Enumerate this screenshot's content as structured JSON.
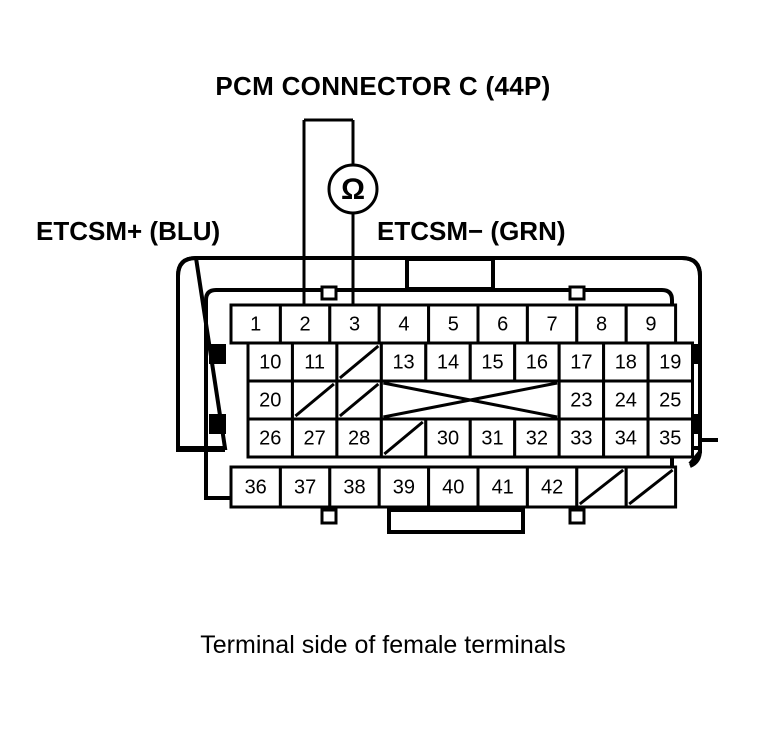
{
  "title": "PCM CONNECTOR C (44P)",
  "labels": {
    "left_terminal": "ETCSM+ (BLU)",
    "right_terminal": "ETCSM− (GRN)",
    "caption": "Terminal side of female terminals"
  },
  "meter": {
    "symbol": "Ω",
    "type": "ohmmeter",
    "probe_left_pin": "2",
    "probe_right_pin": "3"
  },
  "connector": {
    "name": "PCM Connector C",
    "pin_count": "44",
    "orientation": "Terminal side of female terminals",
    "line_color": "#000000",
    "fill_color": "#ffffff"
  },
  "pin_grid": {
    "rows": [
      {
        "row_index": 1,
        "cells": [
          {
            "label": "1",
            "blank": false
          },
          {
            "label": "2",
            "blank": false
          },
          {
            "label": "3",
            "blank": false
          },
          {
            "label": "4",
            "blank": false
          },
          {
            "label": "5",
            "blank": false
          },
          {
            "label": "6",
            "blank": false
          },
          {
            "label": "7",
            "blank": false
          },
          {
            "label": "8",
            "blank": false
          },
          {
            "label": "9",
            "blank": false
          }
        ]
      },
      {
        "row_index": 2,
        "cells": [
          {
            "label": "10",
            "blank": false
          },
          {
            "label": "11",
            "blank": false
          },
          {
            "label": "",
            "blank": true,
            "mark": "diagonal"
          },
          {
            "label": "13",
            "blank": false
          },
          {
            "label": "14",
            "blank": false
          },
          {
            "label": "15",
            "blank": false
          },
          {
            "label": "16",
            "blank": false
          },
          {
            "label": "17",
            "blank": false
          },
          {
            "label": "18",
            "blank": false
          },
          {
            "label": "19",
            "blank": false
          }
        ]
      },
      {
        "row_index": 3,
        "cells": [
          {
            "label": "20",
            "blank": false
          },
          {
            "label": "",
            "blank": true,
            "mark": "diagonal"
          },
          {
            "label": "",
            "blank": true,
            "mark": "diagonal"
          },
          {
            "label": "",
            "blank": true,
            "mark": "cross",
            "span": 4
          },
          {
            "label": "23",
            "blank": false
          },
          {
            "label": "24",
            "blank": false
          },
          {
            "label": "25",
            "blank": false
          }
        ]
      },
      {
        "row_index": 4,
        "cells": [
          {
            "label": "26",
            "blank": false
          },
          {
            "label": "27",
            "blank": false
          },
          {
            "label": "28",
            "blank": false
          },
          {
            "label": "",
            "blank": true,
            "mark": "diagonal"
          },
          {
            "label": "30",
            "blank": false
          },
          {
            "label": "31",
            "blank": false
          },
          {
            "label": "32",
            "blank": false
          },
          {
            "label": "33",
            "blank": false
          },
          {
            "label": "34",
            "blank": false
          },
          {
            "label": "35",
            "blank": false
          }
        ]
      },
      {
        "row_index": 5,
        "cells": [
          {
            "label": "36",
            "blank": false
          },
          {
            "label": "37",
            "blank": false
          },
          {
            "label": "38",
            "blank": false
          },
          {
            "label": "39",
            "blank": false
          },
          {
            "label": "40",
            "blank": false
          },
          {
            "label": "41",
            "blank": false
          },
          {
            "label": "42",
            "blank": false
          },
          {
            "label": "",
            "blank": true,
            "mark": "diagonal"
          },
          {
            "label": "",
            "blank": true,
            "mark": "diagonal"
          }
        ]
      }
    ]
  }
}
